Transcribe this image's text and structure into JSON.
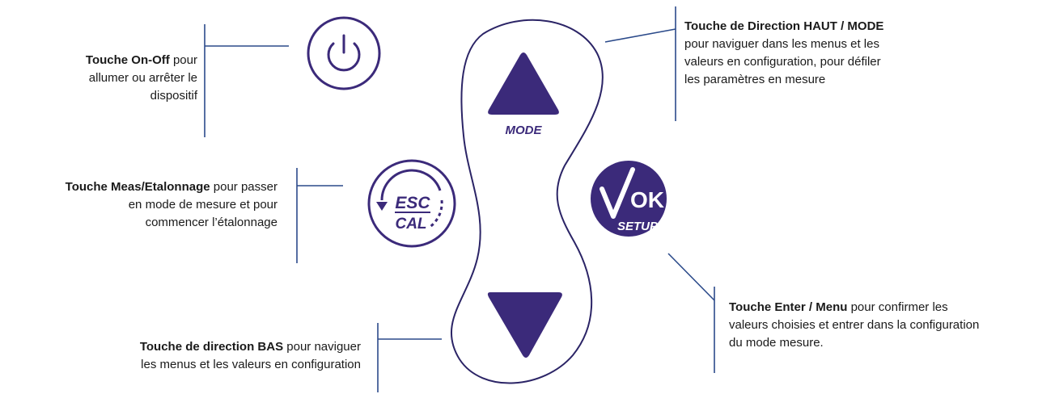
{
  "callouts": {
    "onoff": {
      "title": "Touche On-Off",
      "line1_rest": " pour",
      "line2": "allumer ou arrêter le",
      "line3": "dispositif"
    },
    "meas": {
      "title": "Touche Meas/Etalonnage",
      "line1_rest": " pour passer",
      "line2": "en mode de mesure et pour",
      "line3": "commencer l’étalonnage"
    },
    "down": {
      "title": "Touche de direction BAS",
      "line1_rest": " pour naviguer",
      "line2": "les menus et les valeurs en configuration"
    },
    "up": {
      "title": "Touche de Direction HAUT / MODE",
      "line2": "pour naviguer dans les menus et les",
      "line3": "valeurs en configuration, pour défiler",
      "line4": "les paramètres en mesure"
    },
    "enter": {
      "title": "Touche Enter / Menu",
      "line1_rest": " pour confirmer les",
      "line2": "valeurs choisies et entrer dans la configuration",
      "line3": "du mode mesure."
    }
  },
  "buttons": {
    "mode_label": "MODE",
    "esc_label": "ESC",
    "cal_label": "CAL",
    "ok_label": "OK",
    "setup_label": "SETUP"
  },
  "colors": {
    "brand": "#3b2a7a",
    "line": "#2b4a8a"
  }
}
